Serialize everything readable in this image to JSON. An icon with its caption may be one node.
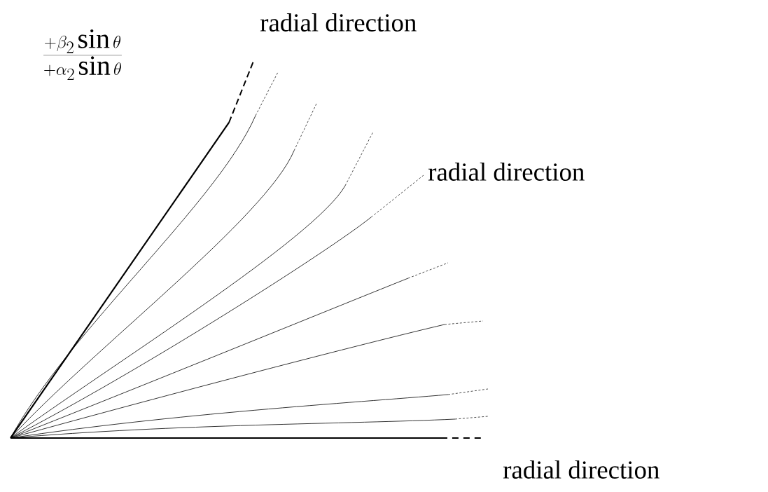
{
  "diagram": {
    "labels": [
      "\\frac{+\\beta_2\\sin\\theta}{+\\alpha_2\\sin\\theta}",
      "radial direction",
      "radial direction",
      "radial direction"
    ]
  }
}
